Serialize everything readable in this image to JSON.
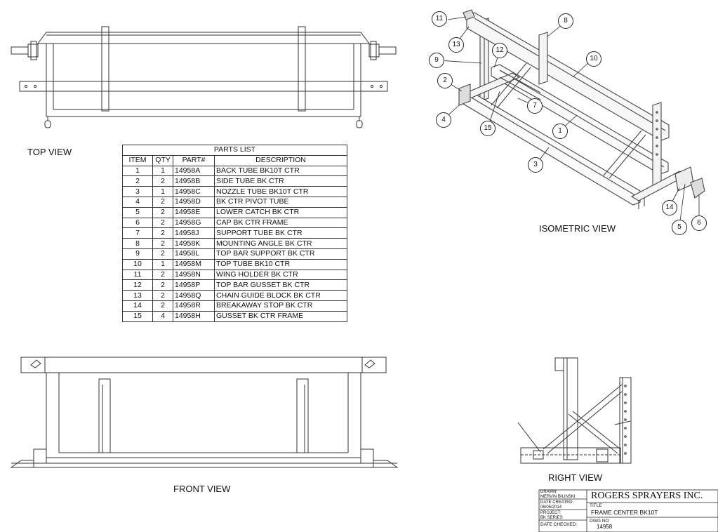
{
  "views": {
    "top": "TOP VIEW",
    "front": "FRONT VIEW",
    "right": "RIGHT VIEW",
    "isometric": "ISOMETRIC VIEW"
  },
  "parts_list": {
    "title": "PARTS LIST",
    "headers": [
      "ITEM",
      "QTY",
      "PART#",
      "DESCRIPTION"
    ],
    "rows": [
      [
        "1",
        "1",
        "14958A",
        "BACK TUBE BK10T CTR"
      ],
      [
        "2",
        "2",
        "14958B",
        "SIDE TUBE BK CTR"
      ],
      [
        "3",
        "1",
        "14958C",
        "NOZZLE TUBE BK10T CTR"
      ],
      [
        "4",
        "2",
        "14958D",
        "BK CTR PIVOT TUBE"
      ],
      [
        "5",
        "2",
        "14958E",
        "LOWER CATCH BK CTR"
      ],
      [
        "6",
        "2",
        "14958G",
        "CAP BK CTR FRAME"
      ],
      [
        "7",
        "2",
        "14958J",
        "SUPPORT TUBE BK CTR"
      ],
      [
        "8",
        "2",
        "14958K",
        "MOUNTING ANGLE BK CTR"
      ],
      [
        "9",
        "2",
        "14958L",
        "TOP BAR SUPPORT BK CTR"
      ],
      [
        "10",
        "1",
        "14958M",
        "TOP TUBE BK10 CTR"
      ],
      [
        "11",
        "2",
        "14958N",
        "WING HOLDER BK CTR"
      ],
      [
        "12",
        "2",
        "14958P",
        "TOP BAR GUSSET BK CTR"
      ],
      [
        "13",
        "2",
        "14958Q",
        "CHAIN GUIDE BLOCK BK CTR"
      ],
      [
        "14",
        "2",
        "14958R",
        "BREAKAWAY STOP BK CTR"
      ],
      [
        "15",
        "4",
        "14958H",
        "GUSSET BK CTR FRAME"
      ]
    ]
  },
  "balloons": [
    "11",
    "13",
    "8",
    "12",
    "9",
    "10",
    "2",
    "7",
    "4",
    "15",
    "1",
    "3",
    "14",
    "5",
    "6"
  ],
  "title_block": {
    "company": "ROGERS SPRAYERS INC.",
    "drawn_label": "DRAWN:",
    "drawn_value": "MERVIN BILINSKI",
    "date_created_label": "DATE CREATED:",
    "date_created_value": "06/05/2014",
    "project_label": "PROJECT:",
    "project_value": "BK SERIES",
    "date_checked_label": "DATE CHECKED:",
    "title_label": "TITLE",
    "title_value": "FRAME CENTER BK10T",
    "dwg_label": "DWG NO",
    "dwg_value": "14958"
  }
}
